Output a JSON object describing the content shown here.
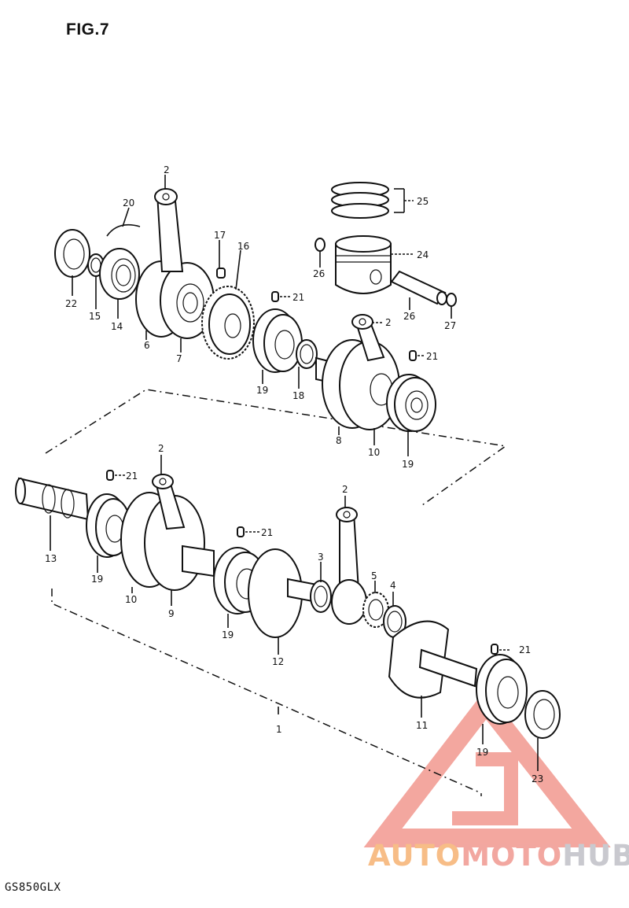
{
  "figure": {
    "title": "FIG.7",
    "model": "GS850GLX"
  },
  "watermark": {
    "part1": "AUTO",
    "part2": "MOTO",
    "part3": "HUB",
    "colors": {
      "auto": "#f7bd87",
      "moto": "#f2a7a0",
      "hub": "#c9c9cf",
      "triangle": "#f08a80"
    }
  },
  "callouts": {
    "c1": "1",
    "c2a": "2",
    "c2b": "2",
    "c2c": "2",
    "c2d": "2",
    "c3": "3",
    "c4": "4",
    "c5": "5",
    "c6": "6",
    "c7": "7",
    "c8": "8",
    "c9": "9",
    "c10a": "10",
    "c10b": "10",
    "c11": "11",
    "c12": "12",
    "c13": "13",
    "c14": "14",
    "c15": "15",
    "c16": "16",
    "c17": "17",
    "c18": "18",
    "c19a": "19",
    "c19b": "19",
    "c19c": "19",
    "c19d": "19",
    "c19e": "19",
    "c20": "20",
    "c21a": "21",
    "c21b": "21",
    "c21c": "21",
    "c21d": "21",
    "c21e": "21",
    "c22": "22",
    "c23": "23",
    "c24": "24",
    "c25": "25",
    "c26a": "26",
    "c26b": "26",
    "c27": "27"
  }
}
